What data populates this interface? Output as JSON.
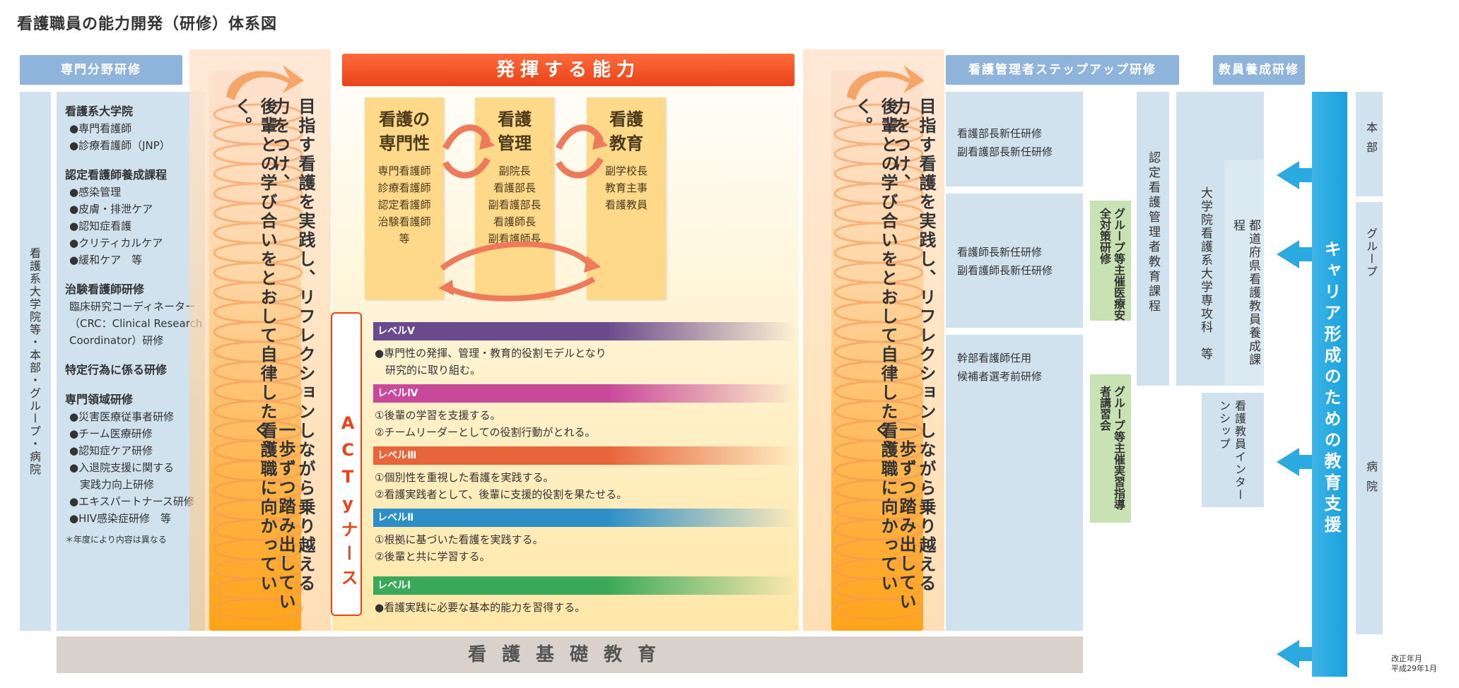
{
  "title": "看護職員の能力開発（研修）体系図",
  "left": {
    "header": "専門分野研修",
    "vertical_label": "看護系大学院等・本部・グループ・病院",
    "sections": [
      {
        "title": "看護系大学院",
        "items": [
          "●専門看護師",
          "●診療看護師（JNP）"
        ]
      },
      {
        "title": "認定看護師養成課程",
        "items": [
          "●感染管理",
          "●皮膚・排泄ケア",
          "●認知症看護",
          "●クリティカルケア",
          "●緩和ケア　等"
        ]
      },
      {
        "title": "治験看護師研修",
        "items": [
          "臨床研究コーディネーター",
          "（CRC：Clinical Research",
          "Coordinator）研修"
        ]
      },
      {
        "title": "特定行為に係る研修",
        "items": []
      },
      {
        "title": "専門領域研修",
        "items": [
          "●災害医療従事者研修",
          "●チーム医療研修",
          "●認知症ケア研修",
          "●入退院支援に関する",
          "　実践力向上研修",
          "●エキスパートナース研修",
          "●HIV感染症研修　等"
        ]
      }
    ],
    "note": "＊年度により内容は異なる"
  },
  "spiral": {
    "col1": "目指す看護を実践し、リフレクションしながら乗り越える力をつけ、",
    "col2": "一歩ずつ踏み出していく。",
    "col3": "後輩との学び合いをとおして自律した看護職に向かっていく。"
  },
  "center": {
    "banner": "発揮する能力",
    "capabilities": [
      {
        "title1": "看護の",
        "title2": "専門性",
        "lines": [
          "専門看護師",
          "診療看護師",
          "認定看護師",
          "治験看護師",
          "等"
        ]
      },
      {
        "title1": "看護",
        "title2": "管理",
        "lines": [
          "副院長",
          "看護部長",
          "副看護部長",
          "看護師長",
          "副看護師長"
        ]
      },
      {
        "title1": "看護",
        "title2": "教育",
        "lines": [
          "副学校長",
          "教育主事",
          "看護教員"
        ]
      }
    ],
    "acty": "ACTyナース",
    "levels": [
      {
        "label": "レベルⅤ",
        "color": "#6a4a8c",
        "lines": [
          "●専門性の発揮、管理・教育的役割モデルとなり",
          "　研究的に取り組む。"
        ]
      },
      {
        "label": "レベルⅣ",
        "color": "#c8489a",
        "lines": [
          "①後輩の学習を支援する。",
          "②チームリーダーとしての役割行動がとれる。"
        ]
      },
      {
        "label": "レベルⅢ",
        "color": "#e8643a",
        "lines": [
          "①個別性を重視した看護を実践する。",
          "②看護実践者として、後輩に支援的役割を果たせる。"
        ]
      },
      {
        "label": "レベルⅡ",
        "color": "#2e8fc8",
        "lines": [
          "①根拠に基づいた看護を実践する。",
          "②後輩と共に学習する。"
        ]
      },
      {
        "label": "レベルⅠ",
        "color": "#3aaa5a",
        "lines": [
          "●看護実践に必要な基本的能力を習得する。"
        ]
      }
    ],
    "base": "看護基礎教育"
  },
  "right": {
    "header_mgmt": "看護管理者ステップアップ研修",
    "header_edu": "教員養成研修",
    "mgmt_boxes": [
      {
        "lines": [
          "看護部長新任研修",
          "副看護部長新任研修"
        ]
      },
      {
        "lines": [
          "看護師長新任研修",
          "副看護師長新任研修"
        ]
      },
      {
        "lines": [
          "幹部看護師任用",
          "候補者選考前研修"
        ]
      }
    ],
    "green1": "グループ等主催医療安全対策研修",
    "green2": "グループ等主催実習指導者講習会",
    "cert_admin": "認定看護管理者教育課程",
    "univ": "大学院看護系大学専攻科　等",
    "prefecture": "都道府県看護教員養成課程",
    "intern": "看護教員インターンシップ",
    "career": "キャリア形成のための教育支援",
    "far_right": [
      "本部",
      "グループ",
      "病院"
    ],
    "footnote1": "改正年月",
    "footnote2": "平成29年1月"
  },
  "colors": {
    "header_blue": "#8fb4dc",
    "light_blue": "#cfe2ee",
    "banner_red": "#e8431a",
    "cap_yellow": "#ffd98a",
    "career_blue": "#1aa0dc",
    "green": "#c8e2b4",
    "base_gray": "#d9d2cc"
  }
}
